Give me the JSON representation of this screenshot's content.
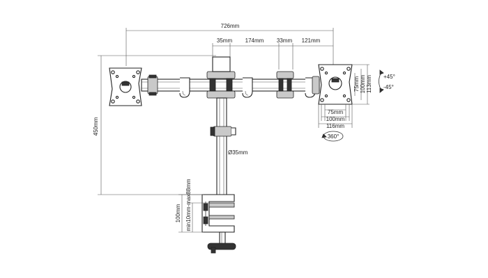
{
  "dimensions": {
    "overall_width": "726mm",
    "pole_offset": "35mm",
    "arm_segment": "174mm",
    "joint_width": "33mm",
    "arm_end": "121mm",
    "height": "450mm",
    "pole_diameter": "Ø35mm",
    "clamp_height": "100mm",
    "clamp_range": "min10mm-max88mm",
    "vesa_h_small": "75mm",
    "vesa_h_large": "100mm",
    "plate_width": "116mm",
    "vesa_v_small": "75mm",
    "vesa_v_large": "100mm",
    "plate_height": "113mm",
    "tilt_up": "+45°",
    "tilt_down": "-45°",
    "rotation": "360°"
  }
}
